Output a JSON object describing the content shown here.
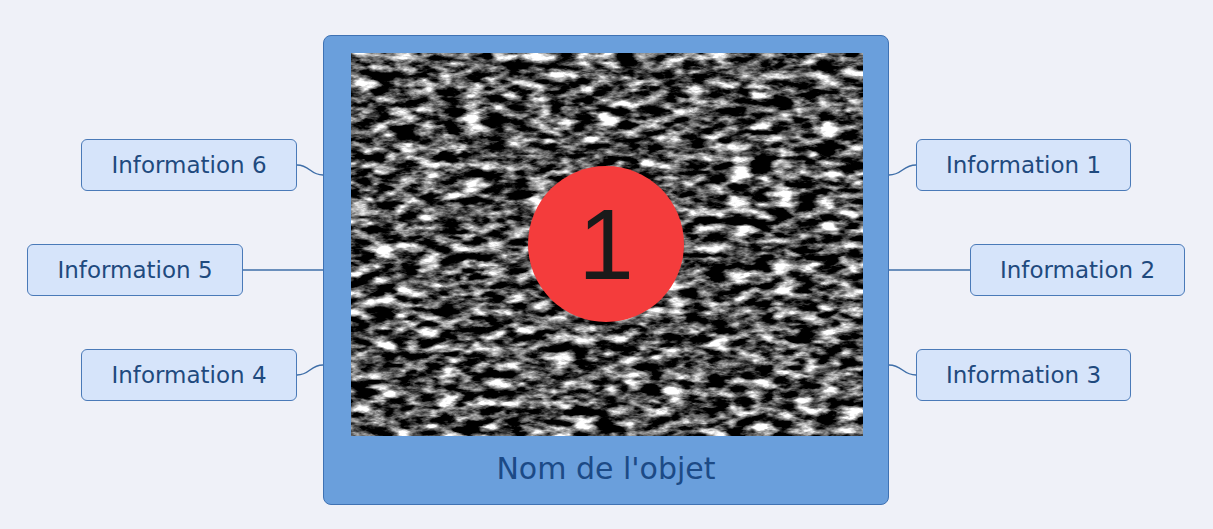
{
  "diagram": {
    "nodes": [
      {
        "text": [
          "Nom de l'objet"
        ]
      },
      {
        "text": [
          "1"
        ],
        "in": 0
      },
      {
        "text": [
          "Information 1"
        ]
      },
      {
        "text": [
          "Information 2"
        ]
      },
      {
        "text": [
          "Information 3"
        ]
      },
      {
        "text": [
          "Information 4"
        ]
      },
      {
        "text": [
          "Information 5"
        ]
      },
      {
        "text": [
          "Information 6"
        ]
      }
    ],
    "edges": [
      {
        "from": 0,
        "to": 2,
        "arrow": "none"
      },
      {
        "from": 0,
        "to": 3,
        "arrow": "none"
      },
      {
        "from": 0,
        "to": 4,
        "arrow": "none"
      },
      {
        "from": 0,
        "to": 5,
        "arrow": "none"
      },
      {
        "from": 0,
        "to": 6,
        "arrow": "none"
      },
      {
        "from": 0,
        "to": 7,
        "arrow": "none"
      }
    ]
  }
}
